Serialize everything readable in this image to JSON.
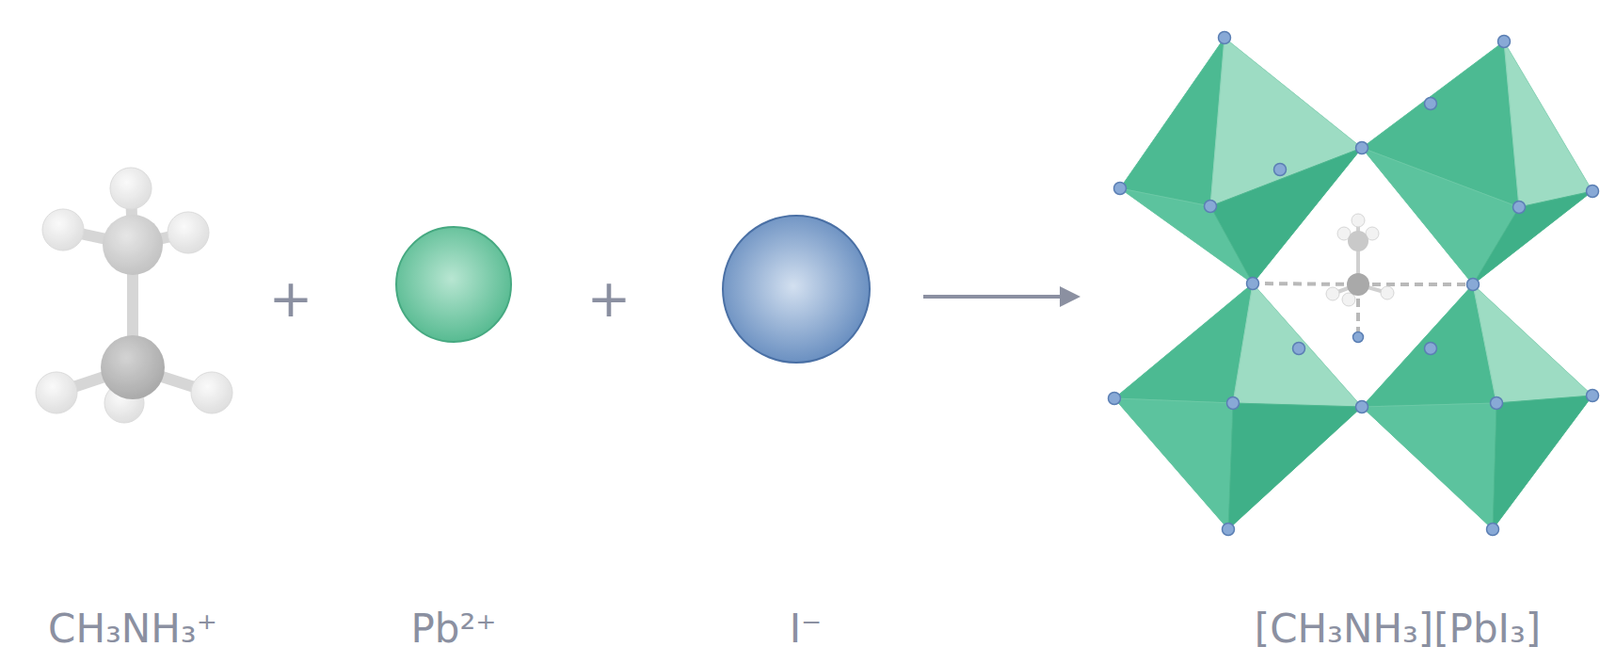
{
  "diagram": {
    "nodes": [
      {
        "text": [
          "CH₃NH₃⁺"
        ]
      },
      {
        "text": [
          "Pb²⁺"
        ]
      },
      {
        "text": [
          "I⁻"
        ]
      },
      {
        "text": [
          "[CH₃NH₃][PbI₃]"
        ]
      }
    ],
    "edges": [
      {
        "from": 2,
        "to": 3,
        "arrow": "to"
      }
    ],
    "labels": [
      "+",
      "+"
    ]
  }
}
